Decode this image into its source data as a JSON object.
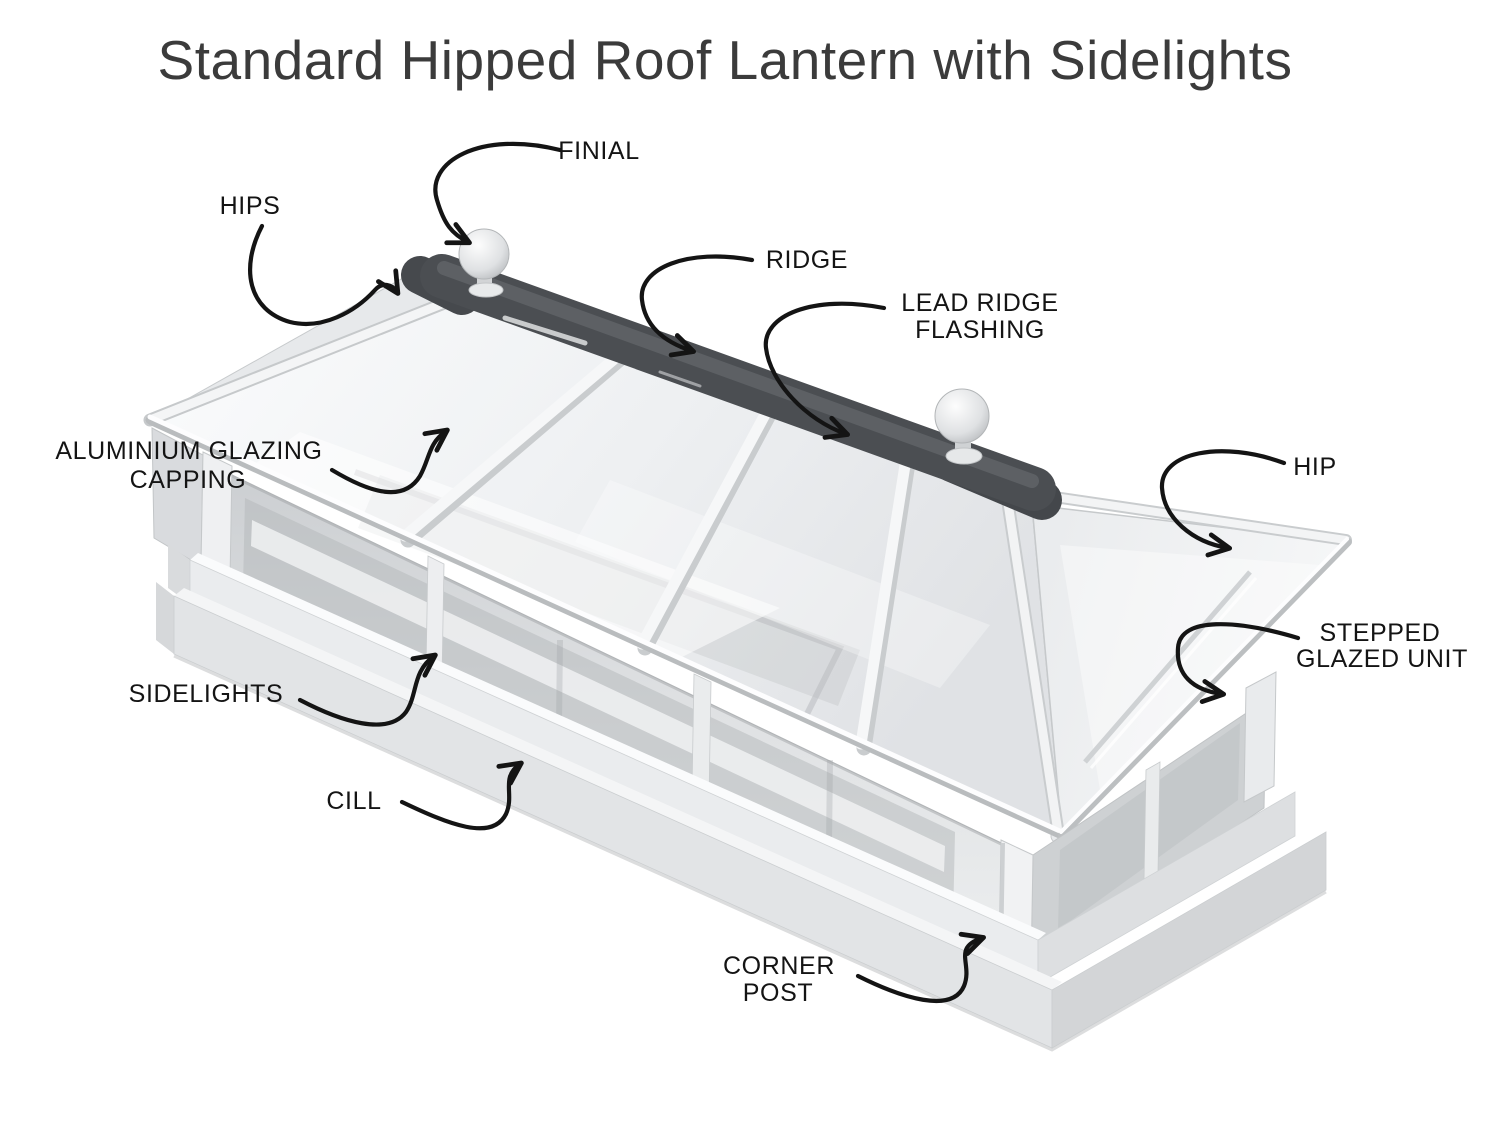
{
  "title": "Standard Hipped Roof Lantern with Sidelights",
  "colors": {
    "background": "#ffffff",
    "title_text": "#3b3b3b",
    "label_text": "#141414",
    "ridge_dark": "#4b4e52",
    "frame_white": "#f4f5f6",
    "glass_light": "#eef0f2",
    "base_gray": "#e4e6e8"
  },
  "diagram": {
    "subject": "Annotated hipped roof lantern with sidelights",
    "labels": [
      {
        "id": "hips",
        "lines": [
          "HIPS"
        ]
      },
      {
        "id": "finial",
        "lines": [
          "FINIAL"
        ]
      },
      {
        "id": "ridge",
        "lines": [
          "RIDGE"
        ]
      },
      {
        "id": "lead_ridge_flashing",
        "lines": [
          "LEAD RIDGE",
          "FLASHING"
        ]
      },
      {
        "id": "aluminium_glazing_capping",
        "lines": [
          "ALUMINIUM GLAZING",
          "CAPPING"
        ]
      },
      {
        "id": "hip",
        "lines": [
          "HIP"
        ]
      },
      {
        "id": "stepped_glazed_unit",
        "lines": [
          "STEPPED",
          "GLAZED UNIT"
        ]
      },
      {
        "id": "sidelights",
        "lines": [
          "SIDELIGHTS"
        ]
      },
      {
        "id": "cill",
        "lines": [
          "CILL"
        ]
      },
      {
        "id": "corner_post",
        "lines": [
          "CORNER",
          "POST"
        ]
      }
    ]
  }
}
